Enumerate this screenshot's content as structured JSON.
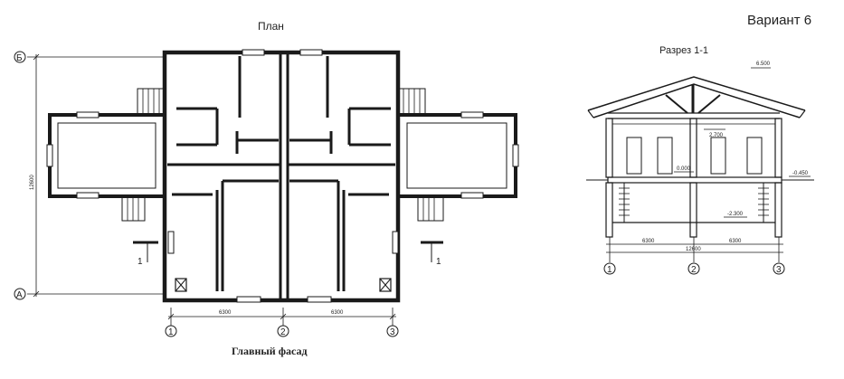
{
  "plan": {
    "title": "План",
    "axis_rows": [
      "Б",
      "А"
    ],
    "axis_cols": [
      "1",
      "2",
      "3"
    ],
    "dim_overall_vertical": "12600",
    "dim_span_left": "6300",
    "dim_span_right": "6300",
    "section_mark": "1",
    "facade_caption": "Главный фасад"
  },
  "variant_label": "Вариант 6",
  "section": {
    "title": "Разрез 1-1",
    "elev_top": "6.500",
    "elev_ceiling": "2.700",
    "elev_floor": "0.000",
    "elev_ground": "-0.450",
    "elev_basement": "-2.300",
    "dim_left": "6300",
    "dim_right": "6300",
    "dim_total": "12600",
    "axis_cols": [
      "1",
      "2",
      "3"
    ]
  }
}
